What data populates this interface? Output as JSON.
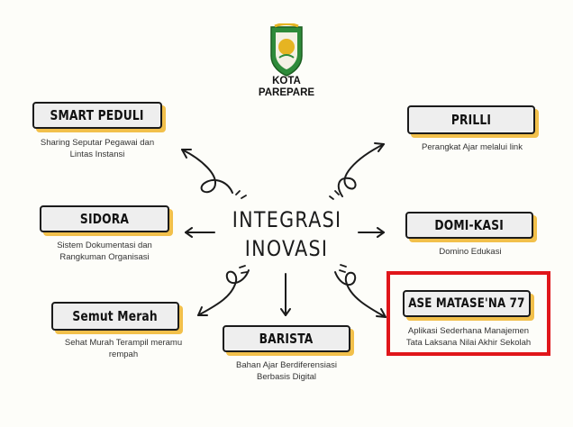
{
  "header": {
    "city_line1": "KOTA",
    "city_line2": "PAREPARE"
  },
  "center": {
    "line1": "INTEGRASI",
    "line2": "INOVASI"
  },
  "nodes": [
    {
      "title": "SMART PEDULI",
      "desc_line1": "Sharing Seputar Pegawai dan",
      "desc_line2": "Lintas Instansi"
    },
    {
      "title": "PRILLI",
      "desc_line1": "Perangkat Ajar melalui link",
      "desc_line2": ""
    },
    {
      "title": "SIDORA",
      "desc_line1": "Sistem Dokumentasi dan",
      "desc_line2": "Rangkuman Organisasi"
    },
    {
      "title": "DOMI-KASI",
      "desc_line1": "Domino Edukasi",
      "desc_line2": ""
    },
    {
      "title": "Semut Merah",
      "desc_line1": "Sehat Murah Terampil meramu",
      "desc_line2": "rempah"
    },
    {
      "title": "BARISTA",
      "desc_line1": "Bahan Ajar Berdiferensiasi",
      "desc_line2": "Berbasis Digital"
    },
    {
      "title": "ASE MATASE'NA 77",
      "desc_line1": "Aplikasi Sederhana Manajemen",
      "desc_line2": "Tata Laksana Nilai Akhir Sekolah"
    }
  ],
  "colors": {
    "label_fill": "#eeeeee",
    "label_shadow": "#f2c04b",
    "highlight": "#e0161b",
    "ink": "#1b1b1b",
    "logo_green": "#2e8b3a",
    "logo_gold": "#e6b422"
  },
  "icons": {
    "logo": "city-emblem-icon"
  }
}
